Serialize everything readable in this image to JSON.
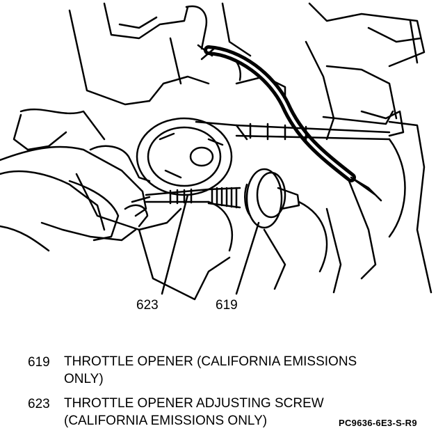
{
  "callouts": [
    {
      "num": "623"
    },
    {
      "num": "619"
    }
  ],
  "legend": [
    {
      "num": "619",
      "text": "THROTTLE OPENER (CALIFORNIA EMISSIONS\nONLY)"
    },
    {
      "num": "623",
      "text": "THROTTLE OPENER ADJUSTING SCREW\n(CALIFORNIA EMISSIONS ONLY)"
    }
  ],
  "figure_code": "PC9636-6E3-S-R9"
}
